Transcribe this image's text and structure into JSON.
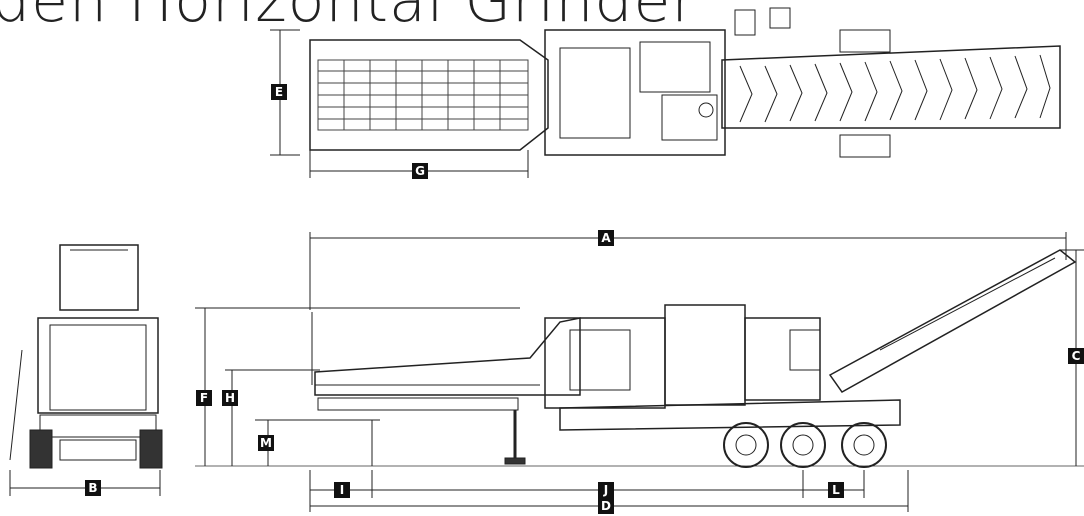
{
  "title": "den Horizontal Grinder",
  "dimension_labels": {
    "A": "A",
    "B": "B",
    "C": "C",
    "D": "D",
    "E": "E",
    "F": "F",
    "G": "G",
    "H": "H",
    "I": "I",
    "J": "J",
    "L": "L",
    "M": "M"
  }
}
